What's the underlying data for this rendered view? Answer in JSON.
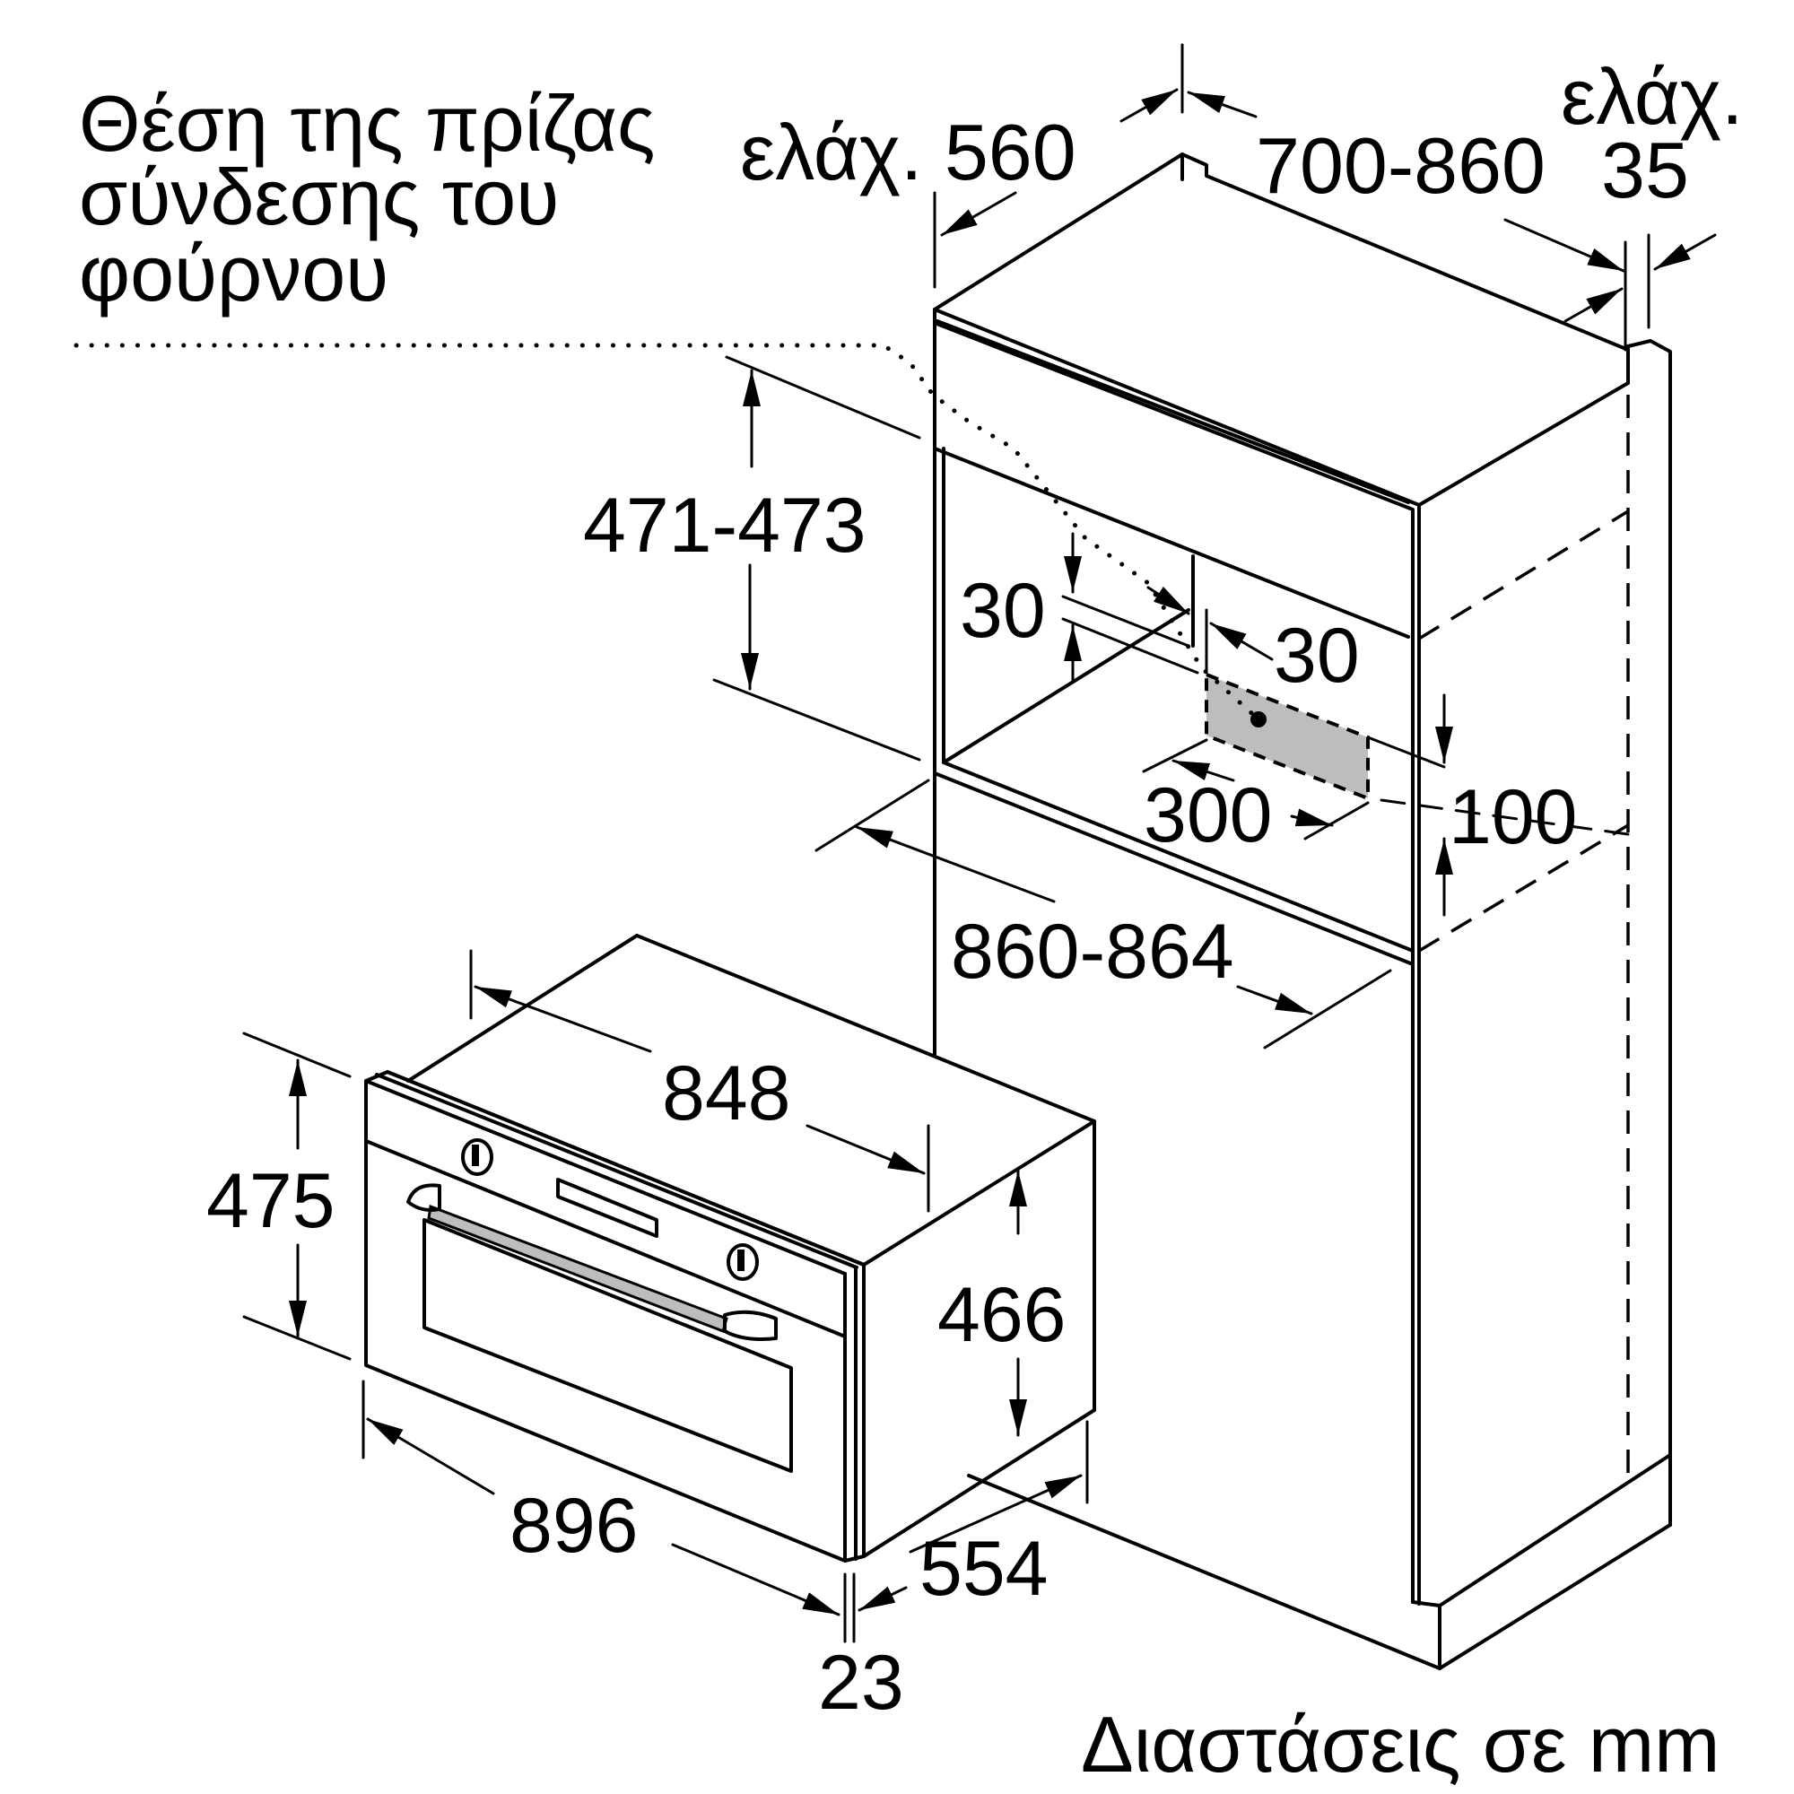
{
  "labels": {
    "socket_line1": "Θέση της πρίζας",
    "socket_line2": "σύνδεσης του",
    "socket_line3": "φούρνου",
    "min_depth": "ελάχ. 560",
    "cabinet_depth": "700-860",
    "min_gap_top": "ελάχ.",
    "min_gap_value": "35",
    "niche_height": "471-473",
    "socket_top_offset": "30",
    "socket_side_offset": "30",
    "socket_width": "300",
    "socket_height": "100",
    "niche_width": "860-864",
    "oven_width_rear": "848",
    "oven_front_height": "475",
    "oven_body_height": "466",
    "oven_front_width": "896",
    "oven_depth": "554",
    "front_panel_thickness": "23",
    "units_note": "Διαστάσεις σε mm"
  }
}
